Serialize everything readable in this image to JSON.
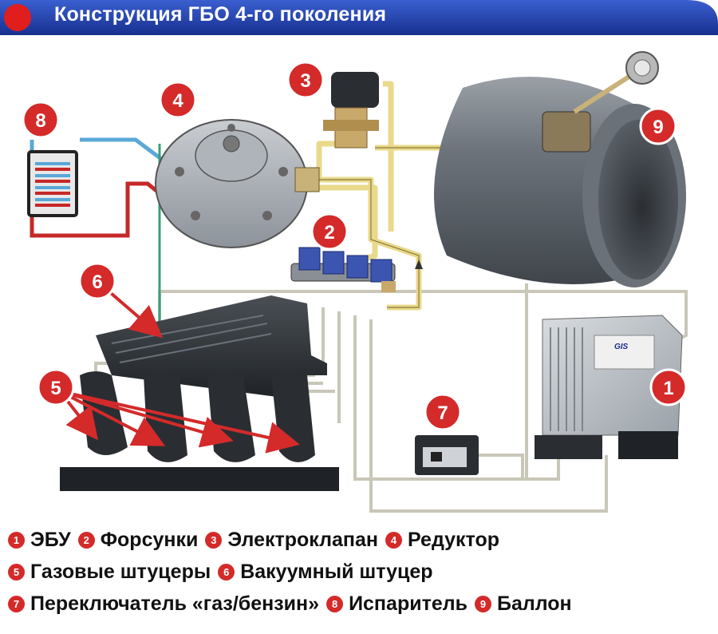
{
  "header": {
    "title": "Конструкция ГБО 4-го поколения",
    "badge_color": "#e01e1e",
    "bar_color": "#1f3ea8"
  },
  "diagram": {
    "ecu_brand": "GIS",
    "markers": [
      "1",
      "2",
      "3",
      "4",
      "5",
      "6",
      "7",
      "8",
      "9"
    ],
    "marker_color": "#d42a2a",
    "pipe_color": "#e9d98a",
    "wire_color": "#c8c7b8",
    "hot_pipe_color": "#c62828",
    "cold_pipe_color": "#5aa8d8"
  },
  "legend": {
    "rows": [
      [
        {
          "num": "1",
          "label": "ЭБУ"
        },
        {
          "num": "2",
          "label": "Форсунки"
        },
        {
          "num": "3",
          "label": "Электроклапан"
        },
        {
          "num": "4",
          "label": "Редуктор"
        }
      ],
      [
        {
          "num": "5",
          "label": "Газовые штуцеры"
        },
        {
          "num": "6",
          "label": "Вакуумный штуцер"
        }
      ],
      [
        {
          "num": "7",
          "label": "Переключатель «газ/бензин»"
        },
        {
          "num": "8",
          "label": "Испаритель"
        },
        {
          "num": "9",
          "label": "Баллон"
        }
      ]
    ]
  }
}
